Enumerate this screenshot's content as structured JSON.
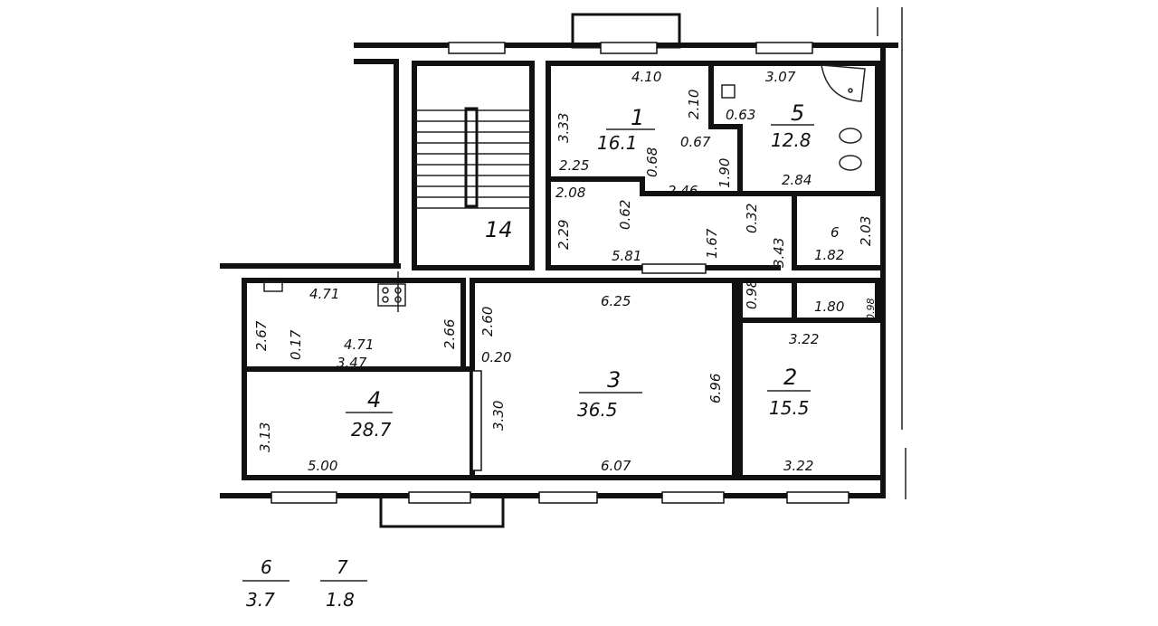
{
  "rooms": [
    {
      "number": "1",
      "area": "16.1"
    },
    {
      "number": "2",
      "area": "15.5"
    },
    {
      "number": "3",
      "area": "36.5"
    },
    {
      "number": "4",
      "area": "28.7"
    },
    {
      "number": "5",
      "area": "12.8"
    },
    {
      "number": "6",
      "area": "1.82"
    },
    {
      "number": "14",
      "area": ""
    }
  ],
  "dims": {
    "r1_top": "4.10",
    "r1_left": "3.33",
    "r1_a": "2.10",
    "r1_b": "0.67",
    "r1_c": "2.25",
    "r1_d": "0.68",
    "r1_e": "1.90",
    "r5_top": "3.07",
    "r5_a": "0.63",
    "r5_b": "2.84",
    "r6_a": "2.03",
    "r6_b": "0.32",
    "hall_a": "2.08",
    "hall_b": "0.62",
    "hall_c": "2.46",
    "hall_d": "2.29",
    "hall_e": "1.67",
    "hall_f": "5.81",
    "hall_g": "3.43",
    "r4_top": "4.71",
    "r4_a": "2.67",
    "r4_b": "0.17",
    "r4_c": "4.71",
    "r4_d": "3.47",
    "r4_e": "2.66",
    "r4_left": "3.13",
    "r4_bottom": "5.00",
    "r3_top": "6.25",
    "r3_a": "2.60",
    "r3_b": "0.20",
    "r3_c": "3.30",
    "r3_right": "6.96",
    "r3_bottom": "6.07",
    "r7_a": "0.98",
    "r7_b": "1.80",
    "r7_c": "0.98",
    "r2_top": "3.22",
    "r2_bottom": "3.22"
  },
  "legend": [
    {
      "number": "6",
      "area": "3.7"
    },
    {
      "number": "7",
      "area": "1.8"
    }
  ]
}
